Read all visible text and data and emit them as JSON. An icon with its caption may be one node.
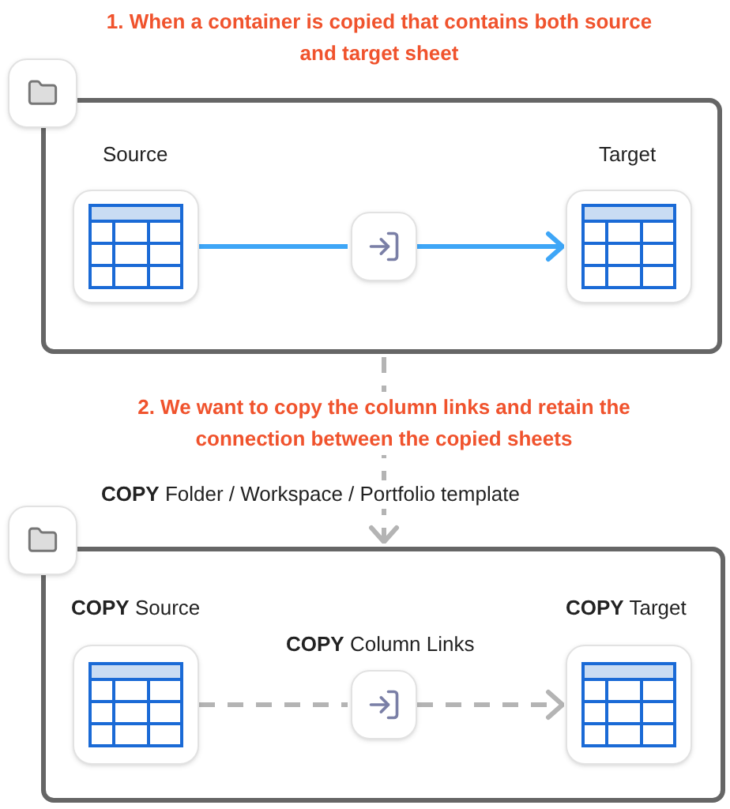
{
  "diagram": {
    "nodes": [
      {
        "text": [],
        "shape": "box"
      },
      {
        "text": [],
        "shape": "box"
      },
      {
        "text": [
          "Source"
        ],
        "in": 1
      },
      {
        "text": [],
        "shape": "box",
        "in": 1
      },
      {
        "text": [
          "Target"
        ],
        "in": 1
      },
      {
        "text": [],
        "shape": "box"
      },
      {
        "text": [],
        "shape": "box"
      },
      {
        "text": [
          "**COPY** Source"
        ],
        "in": 6
      },
      {
        "text": [
          "**COPY** Column Links"
        ],
        "in": 6
      },
      {
        "text": [
          "**COPY** Target"
        ],
        "in": 6
      }
    ],
    "edges": [
      {
        "from": 2,
        "to": 3,
        "arrow": "none",
        "color": "#3ea6f7"
      },
      {
        "from": 3,
        "to": 4,
        "arrow": "to",
        "color": "#3ea6f7"
      },
      {
        "from": 1,
        "to": 6,
        "arrow": "to",
        "style": "dashed"
      },
      {
        "from": 7,
        "to": 8,
        "arrow": "none",
        "style": "dashed"
      },
      {
        "from": 8,
        "to": 9,
        "arrow": "to",
        "style": "dashed"
      }
    ],
    "labels": [
      "1. When a container is copied that contains both source and target sheet",
      "2. We want to copy the column links and retain the connection between the copied sheets",
      "**COPY** Folder / Workspace / Portfolio template"
    ]
  }
}
